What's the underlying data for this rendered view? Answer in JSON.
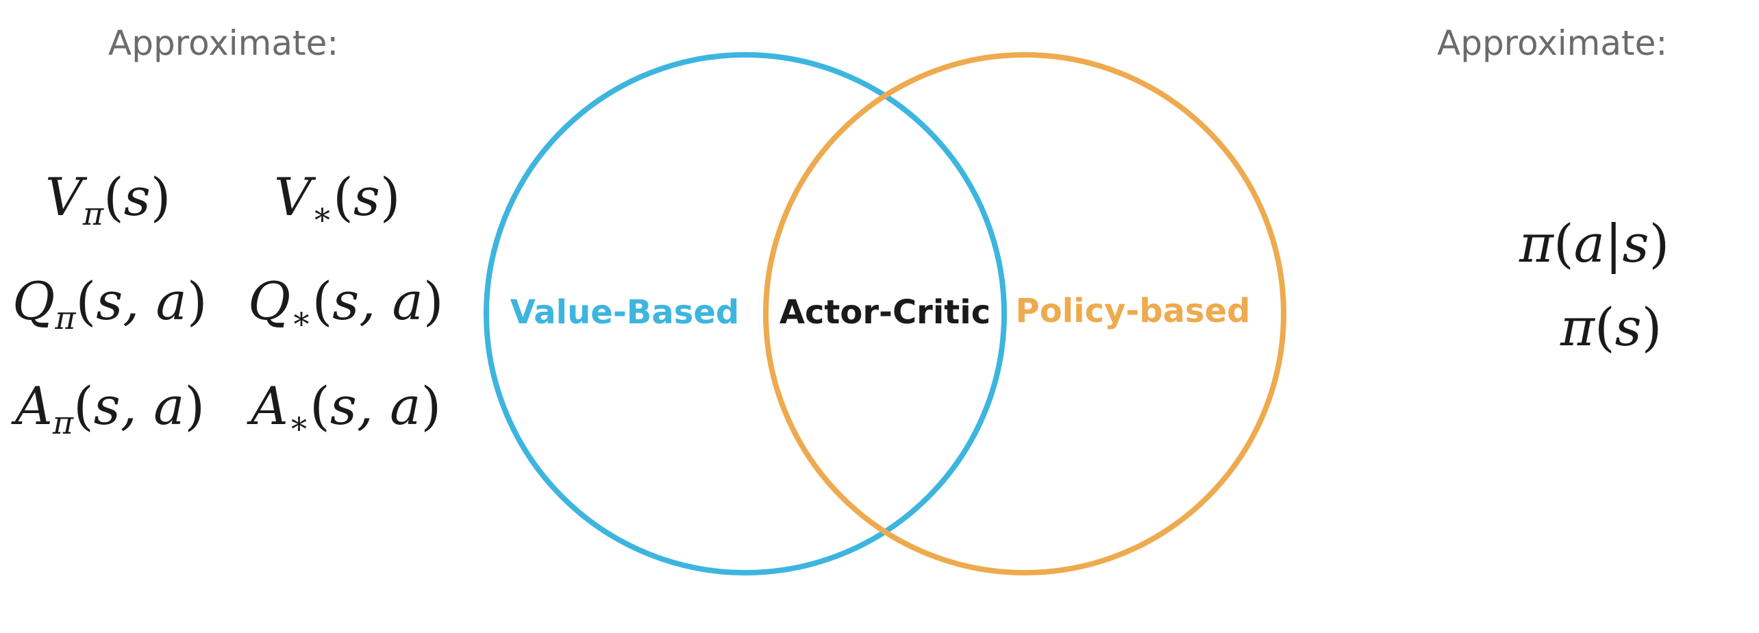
{
  "left_heading": "Approximate:",
  "right_heading": "Approximate:",
  "left_math": {
    "v_pi": {
      "base": "V",
      "sub": "π",
      "args": "s"
    },
    "v_star": {
      "base": "V",
      "sub": "∗",
      "args": "s"
    },
    "q_pi": {
      "base": "Q",
      "sub": "π",
      "args": "s, a"
    },
    "q_star": {
      "base": "Q",
      "sub": "∗",
      "args": "s, a"
    },
    "a_pi": {
      "base": "A",
      "sub": "π",
      "args": "s, a"
    },
    "a_star": {
      "base": "A",
      "sub": "∗",
      "args": "s, a"
    }
  },
  "right_math": {
    "pi_a_given_s": {
      "base": "π",
      "args": "a|s"
    },
    "pi_s": {
      "base": "π",
      "args": "s"
    }
  },
  "venn": {
    "value_label": "Value-Based",
    "overlap_label": "Actor-Critic",
    "policy_label": "Policy-based",
    "value_color": "#3db5de",
    "policy_color": "#eeaa4e",
    "overlap_color": "#1a1a1a"
  }
}
